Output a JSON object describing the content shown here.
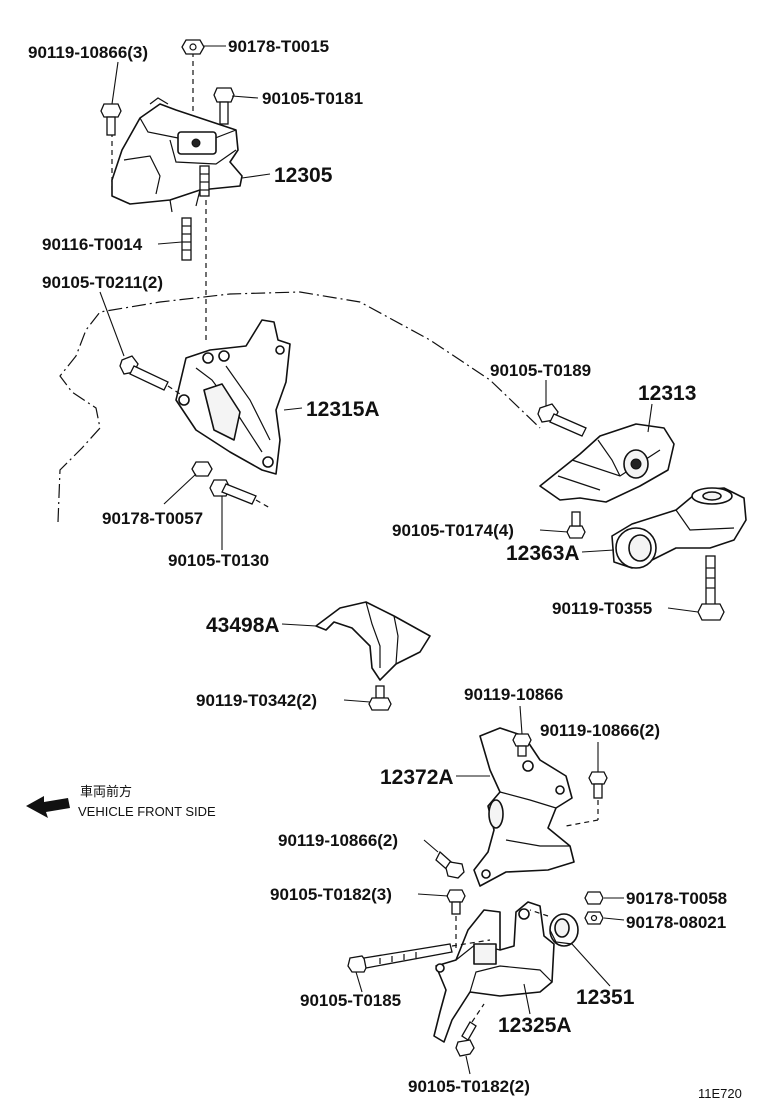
{
  "labels": {
    "p_90119_10866_3": "90119-10866(3)",
    "p_90178_T0015": "90178-T0015",
    "p_90105_T0181": "90105-T0181",
    "p_12305": "12305",
    "p_90116_T0014": "90116-T0014",
    "p_90105_T0211_2": "90105-T0211(2)",
    "p_12315A": "12315A",
    "p_90178_T0057": "90178-T0057",
    "p_90105_T0130": "90105-T0130",
    "p_90105_T0189": "90105-T0189",
    "p_12313": "12313",
    "p_90105_T0174_4": "90105-T0174(4)",
    "p_12363A": "12363A",
    "p_90119_T0355": "90119-T0355",
    "p_43498A": "43498A",
    "p_90119_T0342_2": "90119-T0342(2)",
    "p_90119_10866": "90119-10866",
    "p_90119_10866_2a": "90119-10866(2)",
    "p_12372A": "12372A",
    "p_90119_10866_2b": "90119-10866(2)",
    "p_90105_T0182_3": "90105-T0182(3)",
    "p_90178_T0058": "90178-T0058",
    "p_90178_08021": "90178-08021",
    "p_12351": "12351",
    "p_90105_T0185": "90105-T0185",
    "p_12325A": "12325A",
    "p_90105_T0182_2": "90105-T0182(2)"
  },
  "direction": {
    "japanese": "車両前方",
    "english": "VEHICLE FRONT SIDE",
    "icon": "left-arrow-icon"
  },
  "diagram_code": "11E720"
}
